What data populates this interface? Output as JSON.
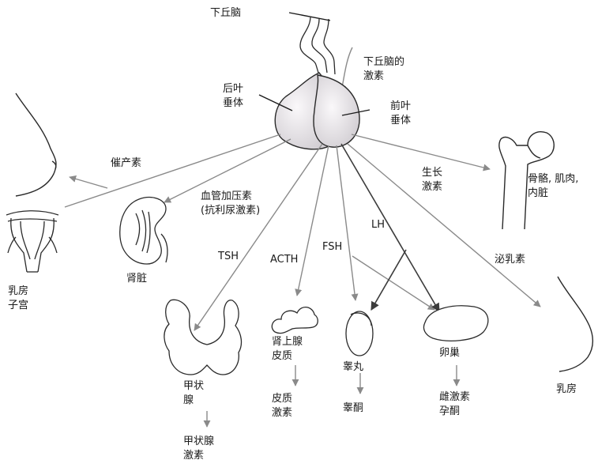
{
  "labels": {
    "hypothalamus": "下丘脑",
    "hypothalamic_hormones": [
      "下丘脑的",
      "激素"
    ],
    "posterior_pituitary": [
      "后叶",
      "垂体"
    ],
    "anterior_pituitary": [
      "前叶",
      "垂体"
    ],
    "oxytocin": "催产素",
    "vasopressin": [
      "血管加压素",
      "(抗利尿激素)"
    ],
    "growth_hormone": [
      "生长",
      "激素"
    ],
    "prolactin": "泌乳素",
    "tsh": "TSH",
    "acth": "ACTH",
    "fsh": "FSH",
    "lh": "LH",
    "breast_uterus": [
      "乳房",
      "子宫"
    ],
    "kidney": "肾脏",
    "bone_muscle_viscera": [
      "骨骼, 肌肉,",
      "内脏"
    ],
    "thyroid": [
      "甲状",
      "腺"
    ],
    "thyroid_hormone": [
      "甲状腺",
      "激素"
    ],
    "adrenal_cortex": [
      "肾上腺",
      "皮质"
    ],
    "cortical_hormone": [
      "皮质",
      "激素"
    ],
    "testis": "睾丸",
    "testosterone": "睾酮",
    "ovary": "卵巢",
    "ovary_hormones": [
      "雌激素",
      "孕酮"
    ],
    "breast": "乳房"
  },
  "colors": {
    "arrow": "#8a8a8a",
    "dark_arrow": "#3c3c3c",
    "outline": "#2a2a2a",
    "organ_fill": "#ffffff",
    "pituitary_fill": "#e4e1e4"
  }
}
